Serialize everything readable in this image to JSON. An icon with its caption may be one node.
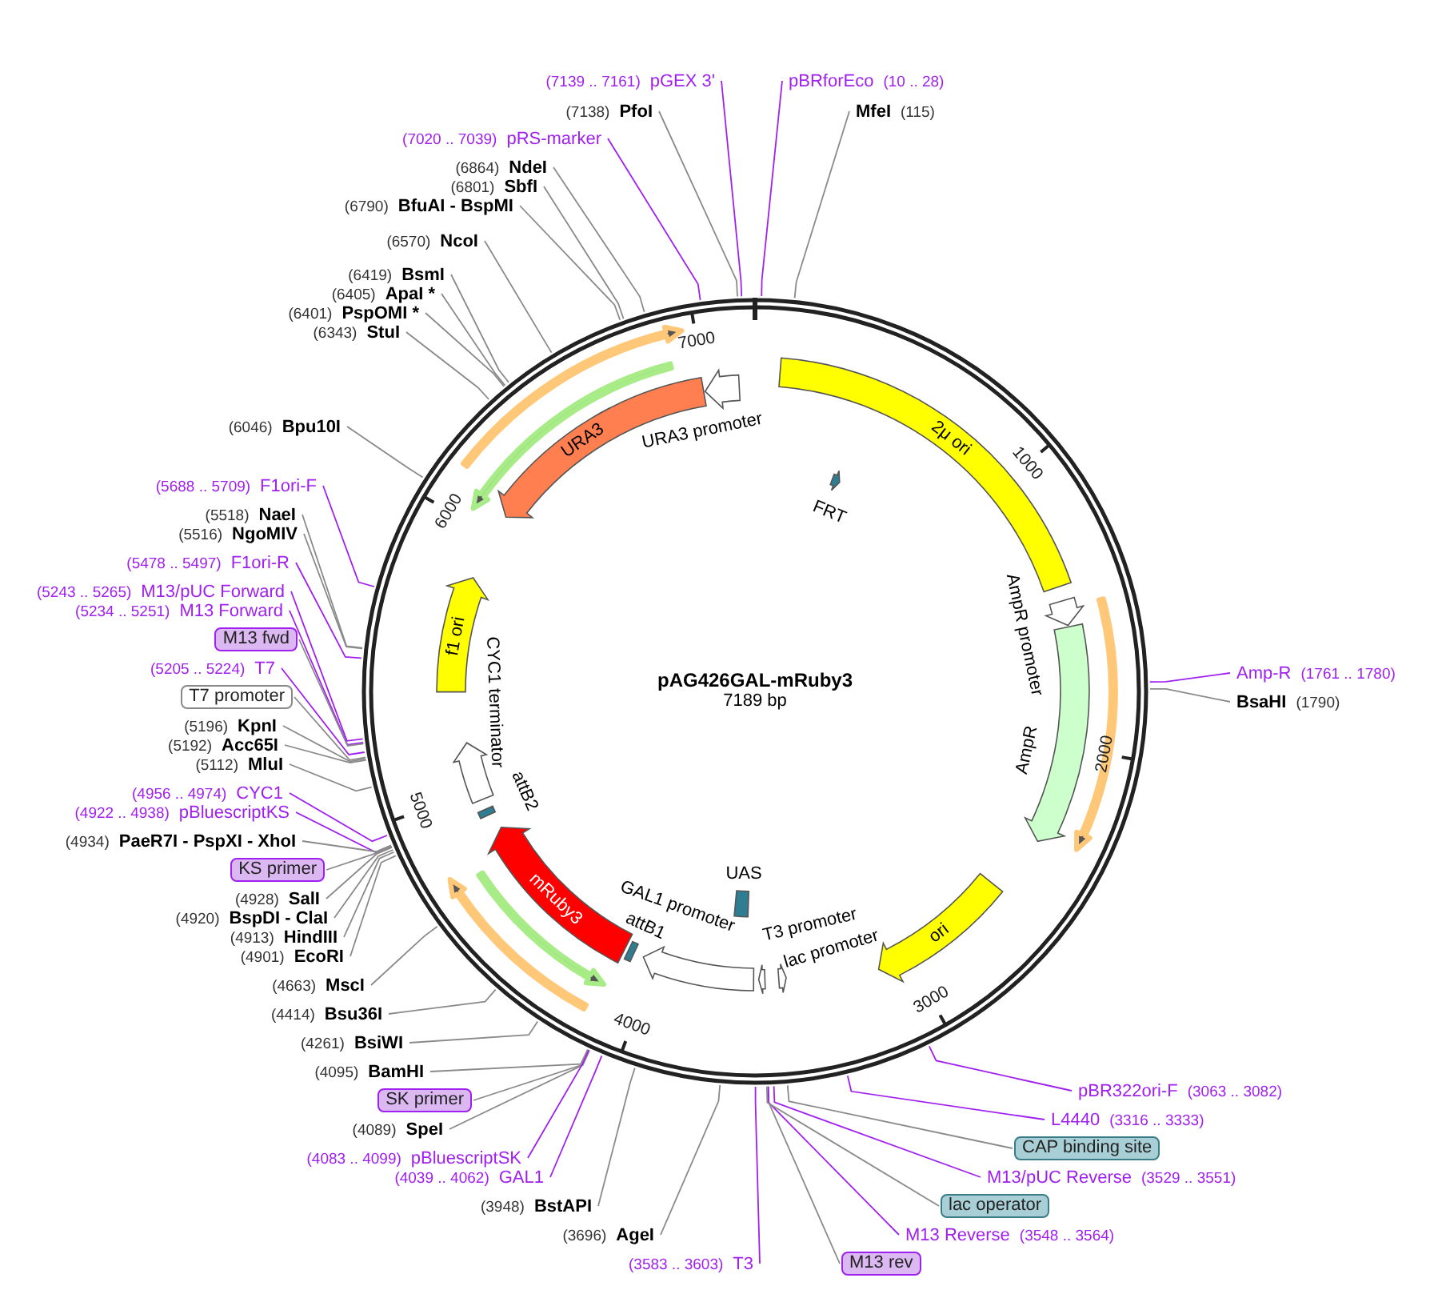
{
  "diagram": {
    "nodes": [
      {
        "text": [
          "pAG426GAL-mRuby3",
          "7189 bp"
        ]
      },
      {
        "text": [
          "2μ ori"
        ],
        "in": 0
      },
      {
        "text": [
          "FRT"
        ],
        "in": 0
      },
      {
        "text": [
          "AmpR promoter"
        ],
        "in": 0
      },
      {
        "text": [
          "AmpR"
        ],
        "in": 0
      },
      {
        "text": [],
        "shape": "arrow",
        "in": 0
      },
      {
        "text": [
          "ori"
        ],
        "in": 0
      },
      {
        "text": [
          "T3 promoter"
        ],
        "in": 0
      },
      {
        "text": [
          "lac promoter"
        ],
        "in": 0
      },
      {
        "text": [
          "UAS"
        ],
        "in": 0
      },
      {
        "text": [
          "GAL1 promoter"
        ],
        "in": 0
      },
      {
        "text": [
          "attB1"
        ],
        "in": 0
      },
      {
        "text": [
          "mRuby3"
        ],
        "in": 0
      },
      {
        "text": [],
        "shape": "arrow",
        "in": 0
      },
      {
        "text": [],
        "shape": "arrow",
        "in": 0
      },
      {
        "text": [
          "attB2"
        ],
        "in": 0
      },
      {
        "text": [
          "CYC1 terminator"
        ],
        "in": 0
      },
      {
        "text": [
          "f1 ori"
        ],
        "in": 0
      },
      {
        "text": [
          "URA3"
        ],
        "in": 0
      },
      {
        "text": [],
        "shape": "arrow",
        "in": 0
      },
      {
        "text": [],
        "shape": "arrow",
        "in": 0
      },
      {
        "text": [
          "URA3 promoter"
        ],
        "in": 0
      },
      {
        "text": [
          "(7139 .. 7161)",
          "pGEX 3'"
        ]
      },
      {
        "text": [
          "pBRforEco",
          "(10 .. 28)"
        ]
      },
      {
        "text": [
          "(7138)",
          "PfoI"
        ]
      },
      {
        "text": [
          "MfeI",
          "(115)"
        ]
      },
      {
        "text": [
          "(7020 .. 7039)",
          "pRS-marker"
        ]
      },
      {
        "text": [
          "(6864)",
          "NdeI"
        ]
      },
      {
        "text": [
          "(6801)",
          "SbfI"
        ]
      },
      {
        "text": [
          "(6790)",
          "BfuAI - BspMI"
        ]
      },
      {
        "text": [
          "(6570)",
          "NcoI"
        ]
      },
      {
        "text": [
          "(6419)",
          "BsmI"
        ]
      },
      {
        "text": [
          "(6405)",
          "ApaI *"
        ]
      },
      {
        "text": [
          "(6401)",
          "PspOMI *"
        ]
      },
      {
        "text": [
          "(6343)",
          "StuI"
        ]
      },
      {
        "text": [
          "(6046)",
          "Bpu10I"
        ]
      },
      {
        "text": [
          "(5688 .. 5709)",
          "F1ori-F"
        ]
      },
      {
        "text": [
          "(5518)",
          "NaeI"
        ]
      },
      {
        "text": [
          "(5516)",
          "NgoMIV"
        ]
      },
      {
        "text": [
          "(5478 .. 5497)",
          "F1ori-R"
        ]
      },
      {
        "text": [
          "(5243 .. 5265)",
          "M13/pUC Forward"
        ]
      },
      {
        "text": [
          "(5234 .. 5251)",
          "M13 Forward"
        ]
      },
      {
        "text": [
          "M13 fwd"
        ]
      },
      {
        "text": [
          "(5205 .. 5224)",
          "T7"
        ]
      },
      {
        "text": [
          "T7 promoter"
        ]
      },
      {
        "text": [
          "(5196)",
          "KpnI"
        ]
      },
      {
        "text": [
          "(5192)",
          "Acc65I"
        ]
      },
      {
        "text": [
          "(5112)",
          "MluI"
        ]
      },
      {
        "text": [
          "(4956 .. 4974)",
          "CYC1"
        ]
      },
      {
        "text": [
          "(4922 .. 4938)",
          "pBluescriptKS"
        ]
      },
      {
        "text": [
          "(4934)",
          "PaeR7I - PspXI - XhoI"
        ]
      },
      {
        "text": [
          "KS primer"
        ]
      },
      {
        "text": [
          "(4928)",
          "SalI"
        ]
      },
      {
        "text": [
          "(4920)",
          "BspDI - ClaI"
        ]
      },
      {
        "text": [
          "(4913)",
          "HindIII"
        ]
      },
      {
        "text": [
          "(4901)",
          "EcoRI"
        ]
      },
      {
        "text": [
          "(4663)",
          "MscI"
        ]
      },
      {
        "text": [
          "(4414)",
          "Bsu36I"
        ]
      },
      {
        "text": [
          "(4261)",
          "BsiWI"
        ]
      },
      {
        "text": [
          "(4095)",
          "BamHI"
        ]
      },
      {
        "text": [
          "SK primer"
        ]
      },
      {
        "text": [
          "(4089)",
          "SpeI"
        ]
      },
      {
        "text": [
          "(4083 .. 4099)",
          "pBluescriptSK"
        ]
      },
      {
        "text": [
          "(4039 .. 4062)",
          "GAL1"
        ]
      },
      {
        "text": [
          "(3948)",
          "BstAPI"
        ]
      },
      {
        "text": [
          "(3696)",
          "AgeI"
        ]
      },
      {
        "text": [
          "(3583 .. 3603)",
          "T3"
        ]
      },
      {
        "text": [
          "M13 rev"
        ]
      },
      {
        "text": [
          "M13 Reverse",
          "(3548 .. 3564)"
        ]
      },
      {
        "text": [
          "lac operator"
        ]
      },
      {
        "text": [
          "M13/pUC Reverse",
          "(3529 .. 3551)"
        ]
      },
      {
        "text": [
          "CAP binding site"
        ]
      },
      {
        "text": [
          "L4440",
          "(3316 .. 3333)"
        ]
      },
      {
        "text": [
          "pBR322ori-F",
          "(3063 .. 3082)"
        ]
      },
      {
        "text": [
          "Amp-R",
          "(1761 .. 1780)"
        ]
      },
      {
        "text": [
          "BsaHI",
          "(1790)"
        ]
      }
    ],
    "edges": [
      {
        "from": 22,
        "to": 0,
        "arrow": "none",
        "color": "#a020f0"
      },
      {
        "from": 23,
        "to": 0,
        "arrow": "none",
        "color": "#a020f0"
      },
      {
        "from": 24,
        "to": 0,
        "arrow": "none"
      },
      {
        "from": 25,
        "to": 0,
        "arrow": "none"
      },
      {
        "from": 26,
        "to": 0,
        "arrow": "none",
        "color": "#a020f0"
      },
      {
        "from": 27,
        "to": 0,
        "arrow": "none"
      },
      {
        "from": 28,
        "to": 0,
        "arrow": "none"
      },
      {
        "from": 29,
        "to": 0,
        "arrow": "none"
      },
      {
        "from": 30,
        "to": 0,
        "arrow": "none"
      },
      {
        "from": 31,
        "to": 0,
        "arrow": "none"
      },
      {
        "from": 32,
        "to": 0,
        "arrow": "none"
      },
      {
        "from": 33,
        "to": 0,
        "arrow": "none"
      },
      {
        "from": 34,
        "to": 0,
        "arrow": "none"
      },
      {
        "from": 35,
        "to": 0,
        "arrow": "none"
      },
      {
        "from": 36,
        "to": 0,
        "arrow": "none",
        "color": "#a020f0"
      },
      {
        "from": 37,
        "to": 0,
        "arrow": "none"
      },
      {
        "from": 38,
        "to": 0,
        "arrow": "none"
      },
      {
        "from": 39,
        "to": 0,
        "arrow": "none",
        "color": "#a020f0"
      },
      {
        "from": 40,
        "to": 0,
        "arrow": "none",
        "color": "#a020f0"
      },
      {
        "from": 41,
        "to": 0,
        "arrow": "none",
        "color": "#a020f0"
      },
      {
        "from": 42,
        "to": 0,
        "arrow": "none"
      },
      {
        "from": 43,
        "to": 0,
        "arrow": "none",
        "color": "#a020f0"
      },
      {
        "from": 44,
        "to": 0,
        "arrow": "none"
      },
      {
        "from": 45,
        "to": 0,
        "arrow": "none"
      },
      {
        "from": 46,
        "to": 0,
        "arrow": "none"
      },
      {
        "from": 47,
        "to": 0,
        "arrow": "none"
      },
      {
        "from": 48,
        "to": 0,
        "arrow": "none",
        "color": "#a020f0"
      },
      {
        "from": 49,
        "to": 0,
        "arrow": "none",
        "color": "#a020f0"
      },
      {
        "from": 50,
        "to": 0,
        "arrow": "none"
      },
      {
        "from": 51,
        "to": 0,
        "arrow": "none"
      },
      {
        "from": 52,
        "to": 0,
        "arrow": "none"
      },
      {
        "from": 53,
        "to": 0,
        "arrow": "none"
      },
      {
        "from": 54,
        "to": 0,
        "arrow": "none"
      },
      {
        "from": 55,
        "to": 0,
        "arrow": "none"
      },
      {
        "from": 56,
        "to": 0,
        "arrow": "none"
      },
      {
        "from": 57,
        "to": 0,
        "arrow": "none"
      },
      {
        "from": 58,
        "to": 0,
        "arrow": "none"
      },
      {
        "from": 59,
        "to": 0,
        "arrow": "none"
      },
      {
        "from": 60,
        "to": 0,
        "arrow": "none"
      },
      {
        "from": 61,
        "to": 0,
        "arrow": "none"
      },
      {
        "from": 62,
        "to": 0,
        "arrow": "none",
        "color": "#a020f0"
      },
      {
        "from": 63,
        "to": 0,
        "arrow": "none",
        "color": "#a020f0"
      },
      {
        "from": 64,
        "to": 0,
        "arrow": "none"
      },
      {
        "from": 65,
        "to": 0,
        "arrow": "none"
      },
      {
        "from": 66,
        "to": 0,
        "arrow": "none",
        "color": "#a020f0"
      },
      {
        "from": 67,
        "to": 0,
        "arrow": "none"
      },
      {
        "from": 68,
        "to": 0,
        "arrow": "none",
        "color": "#a020f0"
      },
      {
        "from": 69,
        "to": 0,
        "arrow": "none"
      },
      {
        "from": 70,
        "to": 0,
        "arrow": "none",
        "color": "#a020f0"
      },
      {
        "from": 71,
        "to": 0,
        "arrow": "none"
      },
      {
        "from": 72,
        "to": 0,
        "arrow": "none",
        "color": "#a020f0"
      },
      {
        "from": 73,
        "to": 0,
        "arrow": "none",
        "color": "#a020f0"
      },
      {
        "from": 74,
        "to": 0,
        "arrow": "none",
        "color": "#a020f0"
      },
      {
        "from": 75,
        "to": 0,
        "arrow": "none"
      }
    ],
    "labels": [
      "1000",
      "2000",
      "3000",
      "4000",
      "5000",
      "6000",
      "7000"
    ]
  }
}
